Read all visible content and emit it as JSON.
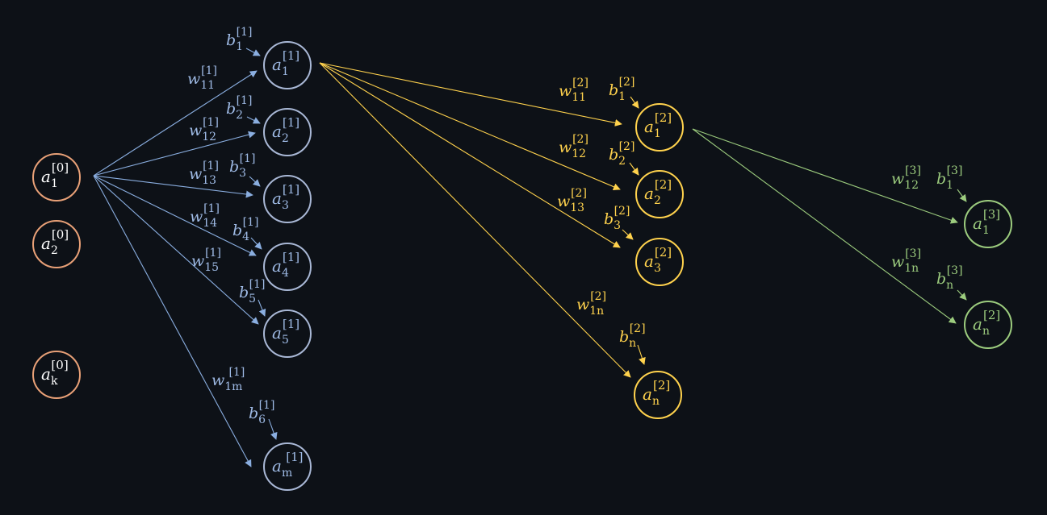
{
  "colors": {
    "background": "#0d1117",
    "input_node": "#e8a077",
    "input_text": "#ffffff",
    "hidden_node": "#a9b8d6",
    "layer1": "#8aaee0",
    "layer1_text": "#9fbbe6",
    "layer2": "#ffd24d",
    "layer3": "#9ccc7e"
  },
  "nodes": {
    "input": [
      {
        "var": "a",
        "sub": "1",
        "sup": "[0]"
      },
      {
        "var": "a",
        "sub": "2",
        "sup": "[0]"
      },
      {
        "var": "a",
        "sub": "k",
        "sup": "[0]"
      }
    ],
    "layer1": [
      {
        "var": "a",
        "sub": "1",
        "sup": "[1]"
      },
      {
        "var": "a",
        "sub": "2",
        "sup": "[1]"
      },
      {
        "var": "a",
        "sub": "3",
        "sup": "[1]"
      },
      {
        "var": "a",
        "sub": "4",
        "sup": "[1]"
      },
      {
        "var": "a",
        "sub": "5",
        "sup": "[1]"
      },
      {
        "var": "a",
        "sub": "m",
        "sup": "[1]"
      }
    ],
    "layer2": [
      {
        "var": "a",
        "sub": "1",
        "sup": "[2]"
      },
      {
        "var": "a",
        "sub": "2",
        "sup": "[2]"
      },
      {
        "var": "a",
        "sub": "3",
        "sup": "[2]"
      },
      {
        "var": "a",
        "sub": "n",
        "sup": "[2]"
      }
    ],
    "layer3": [
      {
        "var": "a",
        "sub": "1",
        "sup": "[3]"
      },
      {
        "var": "a",
        "sub": "n",
        "sup": "[2]"
      }
    ]
  },
  "weights": {
    "layer1": [
      {
        "var": "w",
        "sub": "11",
        "sup": "[1]"
      },
      {
        "var": "w",
        "sub": "12",
        "sup": "[1]"
      },
      {
        "var": "w",
        "sub": "13",
        "sup": "[1]"
      },
      {
        "var": "w",
        "sub": "14",
        "sup": "[1]"
      },
      {
        "var": "w",
        "sub": "15",
        "sup": "[1]"
      },
      {
        "var": "w",
        "sub": "1m",
        "sup": "[1]"
      }
    ],
    "layer2": [
      {
        "var": "w",
        "sub": "11",
        "sup": "[2]"
      },
      {
        "var": "w",
        "sub": "12",
        "sup": "[2]"
      },
      {
        "var": "w",
        "sub": "13",
        "sup": "[2]"
      },
      {
        "var": "w",
        "sub": "1n",
        "sup": "[2]"
      }
    ],
    "layer3": [
      {
        "var": "w",
        "sub": "12",
        "sup": "[3]"
      },
      {
        "var": "w",
        "sub": "1n",
        "sup": "[3]"
      }
    ]
  },
  "biases": {
    "layer1": [
      {
        "var": "b",
        "sub": "1",
        "sup": "[1]"
      },
      {
        "var": "b",
        "sub": "2",
        "sup": "[1]"
      },
      {
        "var": "b",
        "sub": "3",
        "sup": "[1]"
      },
      {
        "var": "b",
        "sub": "4",
        "sup": "[1]"
      },
      {
        "var": "b",
        "sub": "5",
        "sup": "[1]"
      },
      {
        "var": "b",
        "sub": "6",
        "sup": "[1]"
      }
    ],
    "layer2": [
      {
        "var": "b",
        "sub": "1",
        "sup": "[2]"
      },
      {
        "var": "b",
        "sub": "2",
        "sup": "[2]"
      },
      {
        "var": "b",
        "sub": "3",
        "sup": "[2]"
      },
      {
        "var": "b",
        "sub": "n",
        "sup": "[2]"
      }
    ],
    "layer3": [
      {
        "var": "b",
        "sub": "1",
        "sup": "[3]"
      },
      {
        "var": "b",
        "sub": "n",
        "sup": "[3]"
      }
    ]
  }
}
